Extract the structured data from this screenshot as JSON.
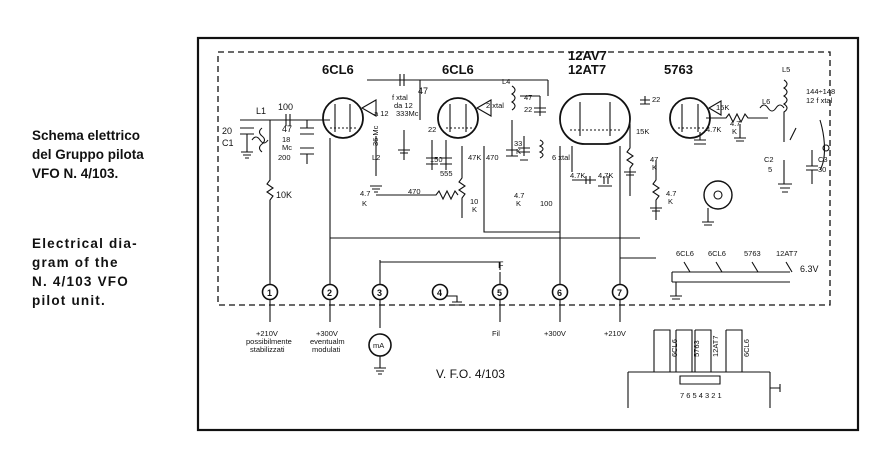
{
  "caption_italian": [
    "Schema elettrico",
    "del Gruppo pilota",
    "VFO N. 4/103."
  ],
  "caption_english": [
    "Electrical dia-",
    "gram of the",
    "N. 4/103 VFO",
    "pilot unit."
  ],
  "tubes": {
    "t1": "6CL6",
    "t2": "6CL6",
    "t3a": "12AV7",
    "t3b": "12AT7",
    "t4": "5763"
  },
  "components": {
    "l1": "L1",
    "c100": "100",
    "c20": "20",
    "c1": "C1",
    "c47a": "47",
    "c18mc": "18",
    "c18mc_unit": "Mc",
    "c200": "200",
    "r10k": "10K",
    "c47top": "47",
    "fxtal": "f xtal",
    "fxtal2": "da 12",
    "a12": "a 12",
    "f333": "333Mc",
    "mc36": "36 Mc",
    "l2": "L2",
    "c22a": "22",
    "c150": "150",
    "c555": "555",
    "r47k_v": "47K",
    "r470a": "470",
    "r47k_b": "4.7",
    "r47k_b2": "K",
    "l4": "L4",
    "c2xtal": "2 xtal",
    "c47b": "47",
    "c22b": "22",
    "r33k": "33",
    "r33k_u": "K",
    "r470b": "470",
    "r10k2": "10",
    "r10k2_u": "K",
    "r47k_c": "4.7",
    "r47k_c2": "K",
    "c6xtal": "6 xtal",
    "r100": "100",
    "r47k_d": "4.7K",
    "r47k_e": "4.7K",
    "c22c": "22",
    "r15k_v": "15K",
    "r47k_f": "47",
    "r47k_f2": "K",
    "r47k_g": "4.7",
    "r47k_g2": "K",
    "l5": "L5",
    "freq": "144÷148",
    "fxtal12": "12 f xtal",
    "r15k": "15K",
    "r47k_h": "4.7K",
    "r47k_i": "4.7",
    "r47k_i2": "K",
    "l6": "L6",
    "c2": "C2",
    "c2v": "5",
    "c3": "C3",
    "c3v": "30"
  },
  "heater": {
    "t1": "6CL6",
    "t2": "6CL6",
    "t3": "5763",
    "t4": "12AT7",
    "voltage": "6.3V"
  },
  "terminals": [
    {
      "num": "1",
      "label": [
        "+210V",
        "possibilmente",
        "stabilizzati"
      ]
    },
    {
      "num": "2",
      "label": [
        "+300V",
        "eventualm",
        "modulati"
      ]
    },
    {
      "num": "3",
      "label": []
    },
    {
      "num": "4",
      "label": []
    },
    {
      "num": "5",
      "label": [
        "Fil"
      ]
    },
    {
      "num": "6",
      "label": [
        "+300V"
      ]
    },
    {
      "num": "7",
      "label": [
        "+210V"
      ]
    }
  ],
  "f_label": "F",
  "meter_label": "mA",
  "diagram_title": "V. F.O. 4/103",
  "chassis": {
    "tubes": [
      "6CL6",
      "5763",
      "12AT7",
      "6CL6"
    ],
    "pins": "7 6 5 4 3 2 1"
  }
}
